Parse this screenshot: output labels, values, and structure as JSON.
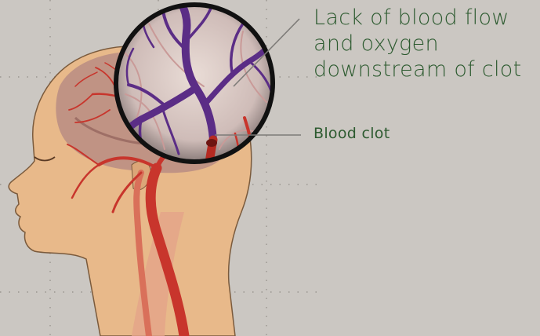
{
  "labels": {
    "ischemia": {
      "line1": "Lack of blood flow",
      "line2": "and oxygen",
      "line3": "downstream of clot"
    },
    "clot": "Blood clot"
  },
  "colors": {
    "background": "#cbc7c2",
    "text": "#2c5a2f",
    "skin": "#e8b98a",
    "artery": "#c8352c",
    "deoxygenated_vessel": "#5b2d86"
  },
  "icons": {
    "figure": "head-profile-with-cerebral-arteries",
    "magnifier": "magnified-circle-inset"
  }
}
